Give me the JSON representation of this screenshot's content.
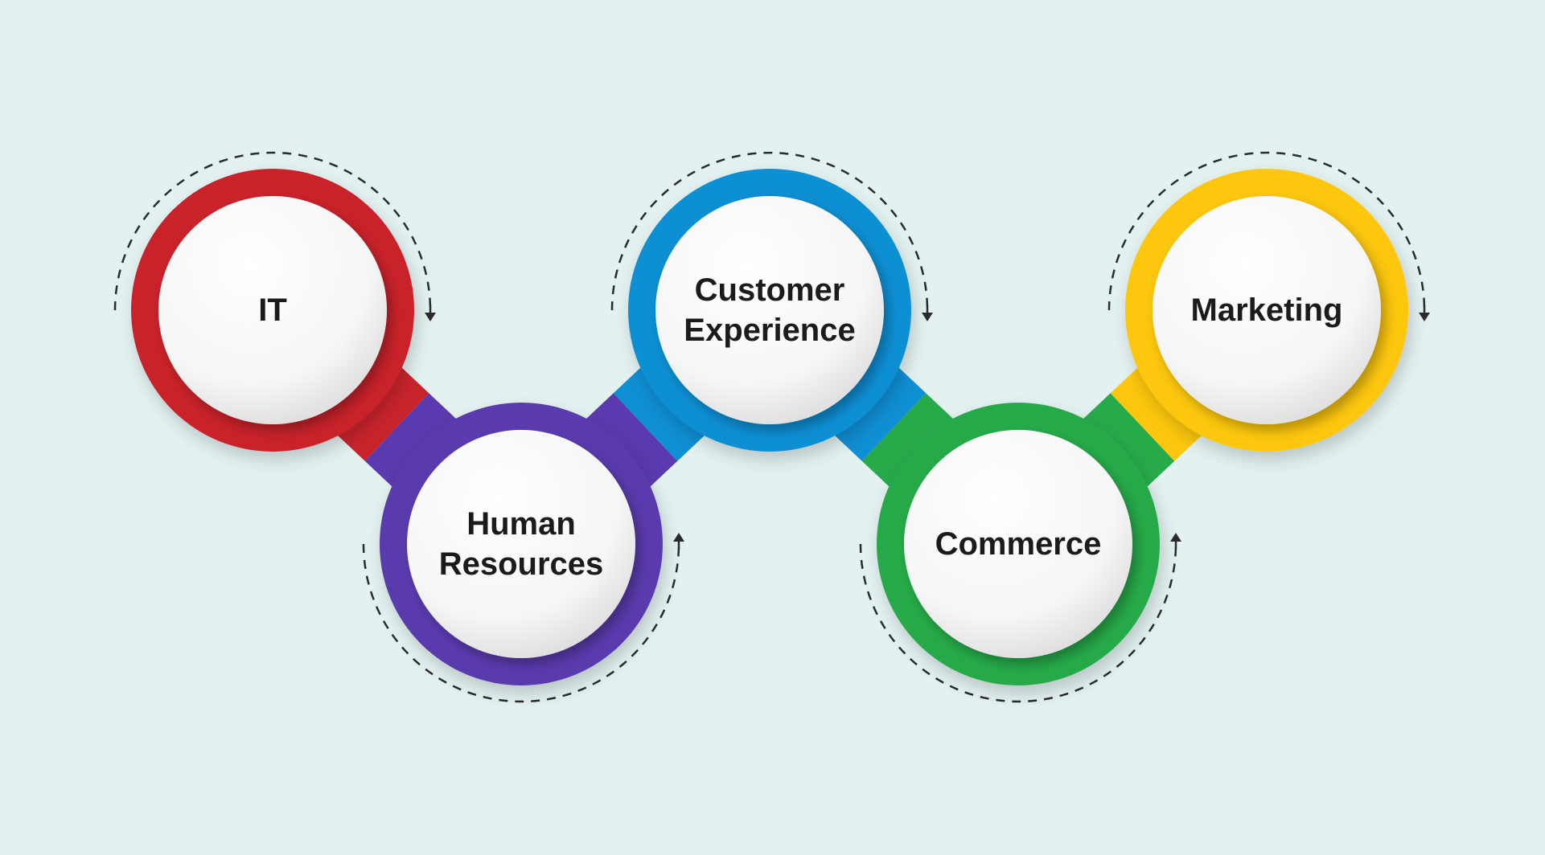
{
  "background_color": "#e3f1f1",
  "nodes": [
    {
      "id": "it",
      "lines": [
        "IT"
      ],
      "color": "#c9242c",
      "shade": "#8d1218",
      "arrow": "down",
      "row": "top"
    },
    {
      "id": "human-resources",
      "lines": [
        "Human",
        "Resources"
      ],
      "color": "#5a3aae",
      "shade": "#37207a",
      "arrow": "up",
      "row": "bottom"
    },
    {
      "id": "customer-experience",
      "lines": [
        "Customer",
        "Experience"
      ],
      "color": "#0f8fd4",
      "shade": "#0a5f96",
      "arrow": "down",
      "row": "top"
    },
    {
      "id": "commerce",
      "lines": [
        "Commerce"
      ],
      "color": "#27aa4a",
      "shade": "#166f2d",
      "arrow": "up",
      "row": "bottom"
    },
    {
      "id": "marketing",
      "lines": [
        "Marketing"
      ],
      "color": "#fcc70d",
      "shade": "#c68f00",
      "arrow": "down",
      "row": "top"
    }
  ]
}
